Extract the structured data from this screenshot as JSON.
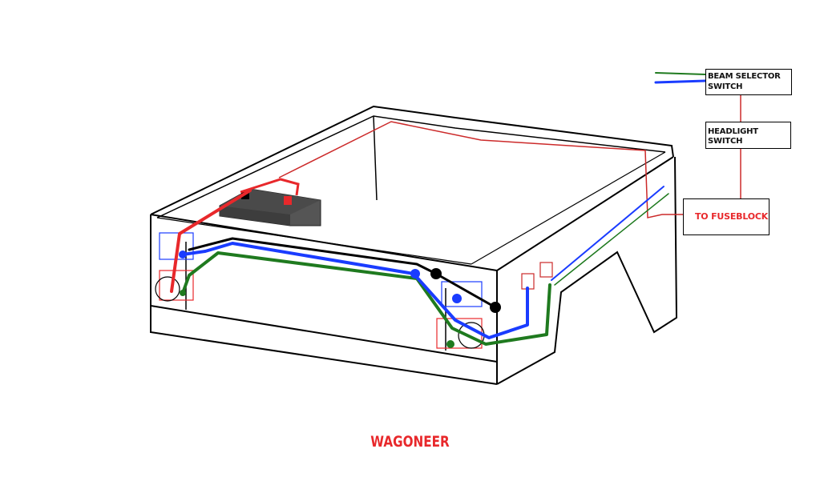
{
  "labels": {
    "beam_selector_switch": [
      "BEAM SELECTOR",
      "SWITCH"
    ],
    "headlight_switch": "HEADLIGHT SWITCH",
    "to_fuseblock": "TO FUSEBLOCK"
  },
  "caption": "WAGONEER",
  "colors": {
    "outline": "#000000",
    "wire_red": "#e8282b",
    "wire_blue": "#1a3cff",
    "wire_green": "#1f7a1f",
    "wire_black": "#000000",
    "thin_red": "#cc2a2a",
    "battery": "#4a4a4a"
  }
}
